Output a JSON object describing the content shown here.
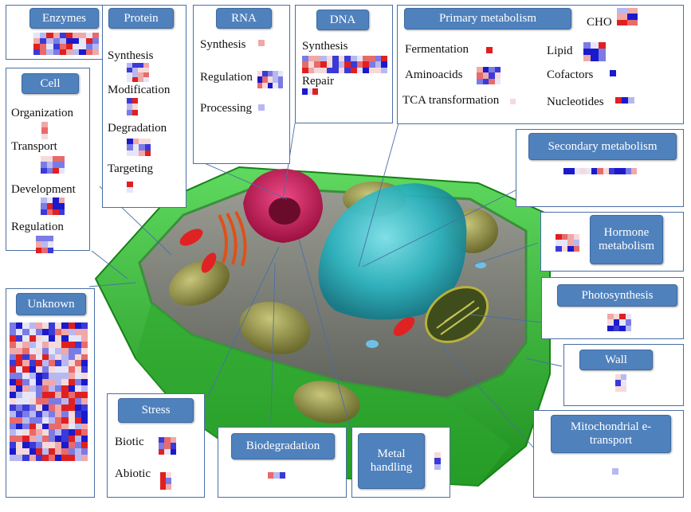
{
  "palette": {
    "header_fill": "#4f81bd",
    "panel_border": "#4a6fa5",
    "up_color": "#e02020",
    "down_color": "#1a1acc",
    "cell_wall": "#2fb82f",
    "cytoplasm": "#7d7f78",
    "vacuole": "#27b7c2",
    "nucleus": "#c21a55",
    "chloroplast": "#9a9a45"
  },
  "legend": {
    "ticks": [
      "−3",
      "−2",
      "−1",
      "−0",
      "1",
      "2",
      "3"
    ]
  },
  "panels": {
    "enzymes": {
      "title": "Enzymes"
    },
    "protein": {
      "title": "Protein",
      "items": [
        "Synthesis",
        "Modification",
        "Degradation",
        "Targeting"
      ]
    },
    "rna": {
      "title": "RNA",
      "items": [
        "Synthesis",
        "Regulation",
        "Processing"
      ]
    },
    "dna": {
      "title": "DNA",
      "items": [
        "Synthesis",
        "Repair"
      ]
    },
    "primary": {
      "title": "Primary metabolism",
      "items": [
        "Fermentation",
        "Aminoacids",
        "TCA transformation",
        "CHO",
        "Lipid",
        "Cofactors",
        "Nucleotides"
      ]
    },
    "cell": {
      "title": "Cell",
      "items": [
        "Organization",
        "Transport",
        "Development",
        "Regulation"
      ]
    },
    "secondary": {
      "title": "Secondary metabolism"
    },
    "hormone": {
      "title": "Hormone metabolism"
    },
    "photosynthesis": {
      "title": "Photosynthesis"
    },
    "wall": {
      "title": "Wall"
    },
    "unknown": {
      "title": "Unknown"
    },
    "stress": {
      "title": "Stress",
      "items": [
        "Biotic",
        "Abiotic"
      ]
    },
    "biodegradation": {
      "title": "Biodegradation"
    },
    "metal": {
      "title": "Metal handling"
    },
    "mito": {
      "title": "Mitochondrial e-transport"
    }
  }
}
